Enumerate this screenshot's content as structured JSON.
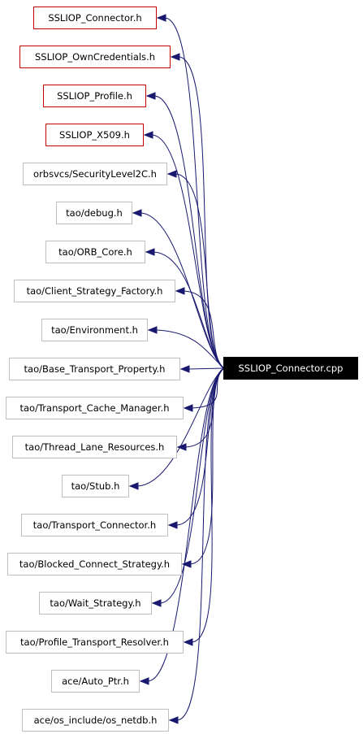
{
  "graph": {
    "main": "SSLIOP_Connector.cpp",
    "includes": [
      {
        "label": "SSLIOP_Connector.h",
        "style": "red"
      },
      {
        "label": "SSLIOP_OwnCredentials.h",
        "style": "red"
      },
      {
        "label": "SSLIOP_Profile.h",
        "style": "red"
      },
      {
        "label": "SSLIOP_X509.h",
        "style": "red"
      },
      {
        "label": "orbsvcs/SecurityLevel2C.h",
        "style": "gray"
      },
      {
        "label": "tao/debug.h",
        "style": "gray"
      },
      {
        "label": "tao/ORB_Core.h",
        "style": "gray"
      },
      {
        "label": "tao/Client_Strategy_Factory.h",
        "style": "gray"
      },
      {
        "label": "tao/Environment.h",
        "style": "gray"
      },
      {
        "label": "tao/Base_Transport_Property.h",
        "style": "gray"
      },
      {
        "label": "tao/Transport_Cache_Manager.h",
        "style": "gray"
      },
      {
        "label": "tao/Thread_Lane_Resources.h",
        "style": "gray"
      },
      {
        "label": "tao/Stub.h",
        "style": "gray"
      },
      {
        "label": "tao/Transport_Connector.h",
        "style": "gray"
      },
      {
        "label": "tao/Blocked_Connect_Strategy.h",
        "style": "gray"
      },
      {
        "label": "tao/Wait_Strategy.h",
        "style": "gray"
      },
      {
        "label": "tao/Profile_Transport_Resolver.h",
        "style": "gray"
      },
      {
        "label": "ace/Auto_Ptr.h",
        "style": "gray"
      },
      {
        "label": "ace/os_include/os_netdb.h",
        "style": "gray"
      }
    ]
  },
  "colors": {
    "edge": "#191970",
    "red_border": "#c00000",
    "gray_border": "#bfbfbf",
    "main_bg": "#000000",
    "main_fg": "#ffffff"
  }
}
